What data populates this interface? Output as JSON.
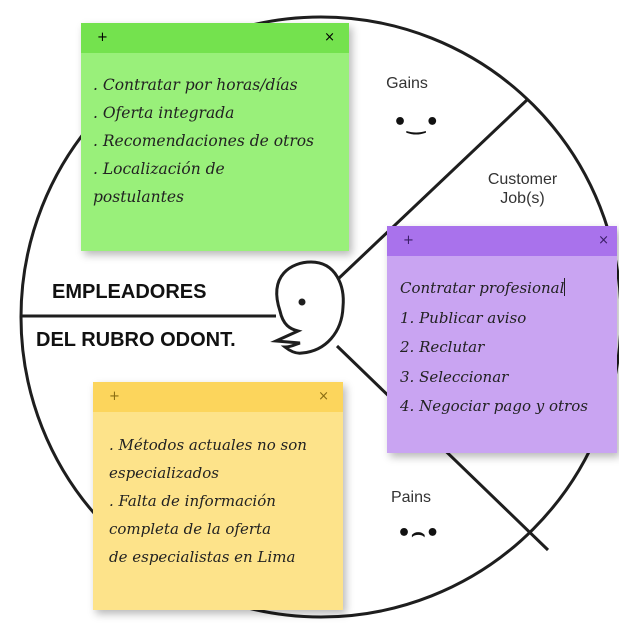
{
  "diagram": {
    "segments": {
      "gains": {
        "label": "Gains",
        "face": "•‿•"
      },
      "customer_jobs": {
        "label_line1": "Customer",
        "label_line2": "Job(s)"
      },
      "pains": {
        "label": "Pains",
        "face": "•⌢•"
      }
    },
    "title_line1": "EMPLEADORES",
    "title_line2": "DEL RUBRO ODONT."
  },
  "notes": {
    "gains": {
      "color": "#99f07a",
      "bar_color": "#74e24e",
      "plus": "+",
      "close": "×",
      "lines": [
        ". Contratar por horas/días",
        ". Oferta integrada",
        ". Recomendaciones de otros",
        ". Localización de",
        "postulantes"
      ]
    },
    "jobs": {
      "color": "#c9a4f2",
      "bar_color": "#a972ec",
      "plus": "+",
      "close": "×",
      "lines": [
        "Contratar profesional",
        "1. Publicar aviso",
        "2. Reclutar",
        "3. Seleccionar",
        "4. Negociar pago y otros"
      ]
    },
    "pains": {
      "color": "#fde38a",
      "bar_color": "#fcd55c",
      "plus": "+",
      "close": "×",
      "lines": [
        ". Métodos actuales no son",
        "especializados",
        ". Falta de información",
        "completa de la oferta",
        "de especialistas en Lima"
      ]
    }
  }
}
